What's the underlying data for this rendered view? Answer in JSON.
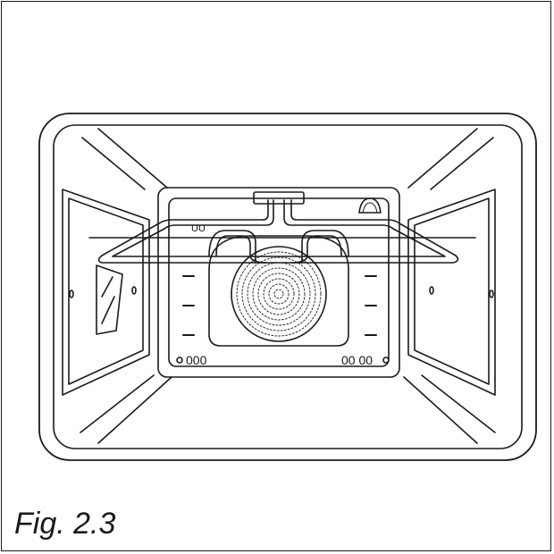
{
  "figure": {
    "caption": "Fig. 2.3",
    "labels": {
      "left_vent": "000",
      "right_vent": "00 00",
      "top_left_marking": "UU"
    }
  },
  "colors": {
    "line": "#1a1a1a",
    "background": "#ffffff"
  },
  "icons": [
    "oven-cavity-diagram",
    "grill-heating-element-icon",
    "fan-cover-icon",
    "oven-lamp-icon"
  ]
}
